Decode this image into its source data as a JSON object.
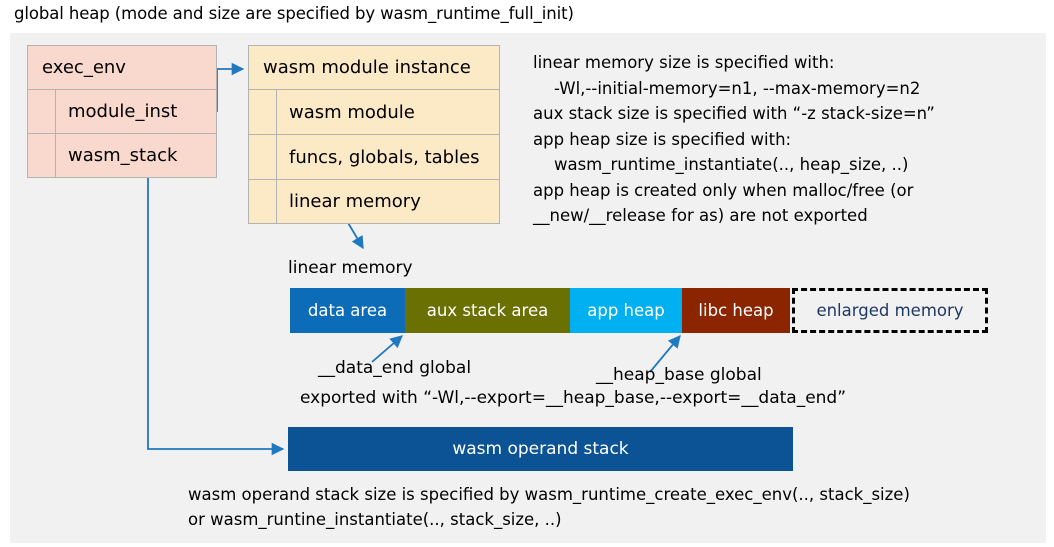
{
  "title": "global heap (mode and size are specified by wasm_runtime_full_init)",
  "exec_env": {
    "header": "exec_env",
    "rows": [
      "module_inst",
      "wasm_stack"
    ]
  },
  "wasm_module_instance": {
    "header": "wasm module instance",
    "rows": [
      "wasm module",
      "funcs, globals, tables",
      "linear memory"
    ]
  },
  "note_right": "linear memory size is specified with:\n    -Wl,--initial-memory=n1, --max-memory=n2\naux stack size is specified with “-z stack-size=n”\napp heap size is specified with:\n    wasm_runtime_instantiate(.., heap_size, ..)\napp heap is created only when malloc/free (or\n__new/__release for as) are not exported",
  "linear_memory": {
    "label": "linear memory",
    "segments": [
      {
        "label": "data area",
        "color": "#0c6cb8",
        "text_color": "#ffffff",
        "width": 115
      },
      {
        "label": "aux stack area",
        "color": "#6b7003",
        "text_color": "#ffffff",
        "width": 165
      },
      {
        "label": "app heap",
        "color": "#00b0f0",
        "text_color": "#ffffff",
        "width": 112
      },
      {
        "label": "libc heap",
        "color": "#8b2500",
        "text_color": "#ffffff",
        "width": 108
      },
      {
        "label": "enlarged memory",
        "color": "#f1f1f1",
        "text_color": "#1f3864",
        "width": 196
      }
    ]
  },
  "annotations": {
    "data_end": "__data_end global",
    "heap_base": "__heap_base global",
    "exported": "exported with “-Wl,--export=__heap_base,--export=__data_end”"
  },
  "operand_stack": {
    "label": "wasm operand stack",
    "color": "#0b5394"
  },
  "note_bottom": "wasm operand stack size is specified by wasm_runtime_create_exec_env(.., stack_size)\nor wasm_runtine_instantiate(.., stack_size, ..)",
  "colors": {
    "background": "#ffffff",
    "panel": "#f1f1f1",
    "exec_env_fill": "#f9d9cd",
    "wasm_inst_fill": "#fce9c6",
    "box_border": "#b3b3b3",
    "connector": "#1f79c0"
  }
}
